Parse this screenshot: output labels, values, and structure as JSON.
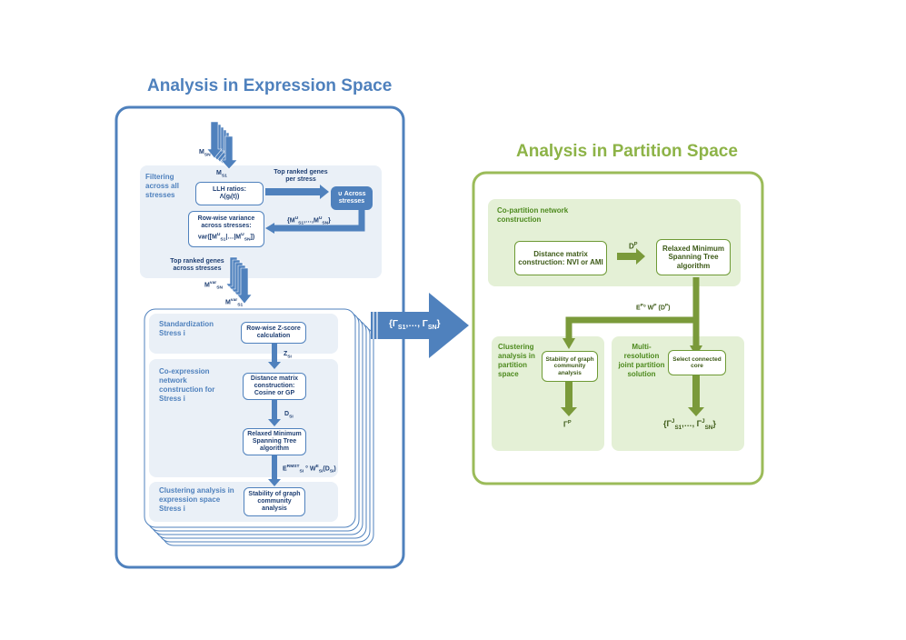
{
  "colors": {
    "blue": "#4f81bd",
    "green": "#8db347",
    "green_arrow": "#7a9a3a"
  },
  "expression": {
    "title": "Analysis in Expression Space",
    "m_sn": "M",
    "m_sn_sub": "SN",
    "m_s1": "M",
    "m_s1_sub": "S1",
    "filter_label": "Filtering across all stresses",
    "llh_line1": "LLH ratios:",
    "llh_line2": "Λ(gᵢ(t))",
    "top_ranked_stress": "Top ranked genes per stress",
    "union_stresses": "∪ Across stresses",
    "mu_set": "{M",
    "mu_set_tail": "}",
    "rowvar_line1": "Row-wise variance",
    "rowvar_line2": "across stresses:",
    "rowvar_line3": "var([M",
    "top_ranked_across": "Top ranked genes across stresses",
    "mvar_sn": "M",
    "mvar_sup": "var",
    "mvar_sn_sub": "SN",
    "mvar_s1_sub": "S1",
    "std_label": "Standardization Stress i",
    "zscore": "Row-wise Z-score calculation",
    "z_label": "Z",
    "z_sub": "Si",
    "coexp_label": "Co-expression network construction for Stress i",
    "dist_cos": "Distance matrix construction: Cosine or GP",
    "d_label": "D",
    "d_sub": "Si",
    "rmst": "Relaxed Minimum Spanning Tree algorithm",
    "e_label": "E",
    "e_sup": "RMST",
    "e_sub": "Si",
    "w_label": "° W",
    "w_sup": "E",
    "w_sub": "Si",
    "w_tail": "(D",
    "w_tail_sub": "Si",
    "w_close": ")",
    "cluster_label": "Clustering analysis in expression space Stress i",
    "stability": "Stability of graph community analysis"
  },
  "transfer": {
    "open": "{Γ",
    "s1": "S1",
    "mid": ",…, Γ",
    "sn": "SN",
    "close": "}"
  },
  "partition": {
    "title": "Analysis in Partition Space",
    "copart_label": "Co-partition network construction",
    "dist_nvi": "Distance matrix construction: NVI or AMI",
    "dp": "D",
    "dp_sup": "P",
    "rmst": "Relaxed Minimum Spanning Tree algorithm",
    "ep": "E",
    "ep_sup": "P",
    "ep_mid": "° W",
    "ep_w_sup": "P",
    "ep_tail": " (D",
    "ep_tail_sup": "P",
    "ep_close": ")",
    "cluster_label": "Clustering analysis in partition space",
    "stability": "Stability of graph community analysis",
    "gamma_p": "Γ",
    "gamma_p_sup": "P",
    "multi_label": "Multi-resolution joint partition solution",
    "select_core": "Select connected core",
    "result_open": "{Γ",
    "result_s1_sup": "J",
    "result_s1_sub": "S1",
    "result_mid": ",…, Γ",
    "result_sn_sup": "J",
    "result_sn_sub": "SN",
    "result_close": "}"
  }
}
